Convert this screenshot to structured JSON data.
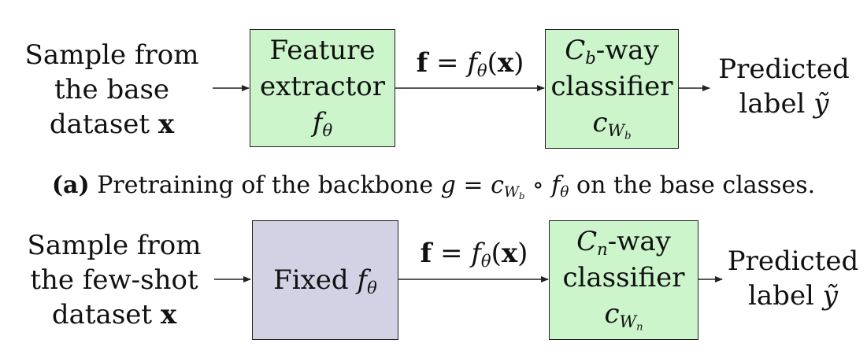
{
  "colors": {
    "green_box": "#ccf5cc",
    "gray_box": "#d2d2e4",
    "stroke": "#222222"
  },
  "panel_a": {
    "input": {
      "line1": "Sample from",
      "line2": "the base",
      "line3_text": "dataset ",
      "line3_var": "x"
    },
    "feature_box": {
      "line1": "Feature",
      "line2": "extractor",
      "symbol": "f",
      "symbol_sub": "θ"
    },
    "edge_label": {
      "lhs": "f",
      "eq": " = ",
      "fn": "f",
      "fn_sub": "θ",
      "open": "(",
      "arg": "x",
      "close": ")"
    },
    "classifier_box": {
      "count": "C",
      "count_sub": "b",
      "suffix": "-way",
      "line2": "classifier",
      "symbol": "c",
      "symbol_sub": "W",
      "symbol_sub_sub": "b"
    },
    "output": {
      "line1": "Predicted",
      "line2_text": "label ",
      "line2_var": "ỹ"
    },
    "caption": {
      "tag": "(a)",
      "text1": " Pretraining of the backbone ",
      "g": "g",
      "eq": " = ",
      "c": "c",
      "c_sub": "W",
      "c_sub_sub": "b",
      "circ": " ∘ ",
      "f": "f",
      "f_sub": "θ",
      "text2": " on the base classes."
    }
  },
  "panel_b": {
    "input": {
      "line1": "Sample from",
      "line2": "the few-shot",
      "line3_text": "dataset ",
      "line3_var": "x"
    },
    "feature_box": {
      "text": "Fixed ",
      "symbol": "f",
      "symbol_sub": "θ"
    },
    "edge_label": {
      "lhs": "f",
      "eq": " = ",
      "fn": "f",
      "fn_sub": "θ",
      "open": "(",
      "arg": "x",
      "close": ")"
    },
    "classifier_box": {
      "count": "C",
      "count_sub": "n",
      "suffix": "-way",
      "line2": "classifier",
      "symbol": "c",
      "symbol_sub": "W",
      "symbol_sub_sub": "n"
    },
    "output": {
      "line1": "Predicted",
      "line2_text": "label ",
      "line2_var": "ỹ"
    }
  }
}
